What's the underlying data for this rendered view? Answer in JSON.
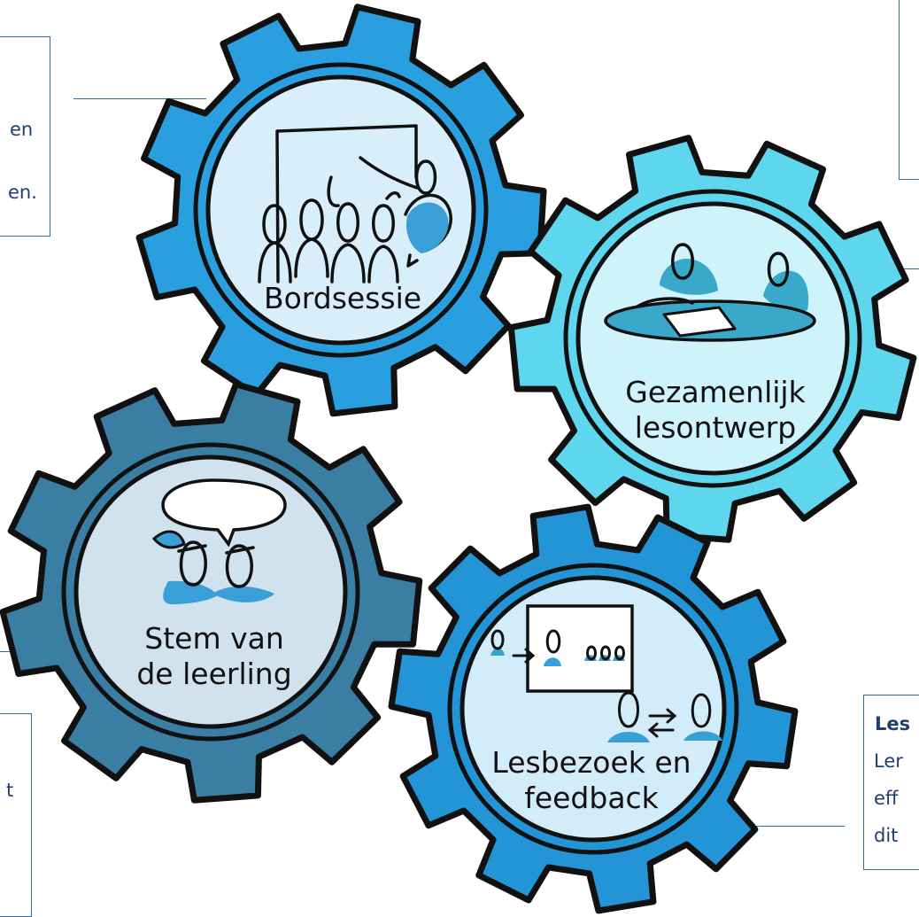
{
  "boxes": {
    "top_left": {
      "line1": "en",
      "line2": "en."
    },
    "right_bottom": {
      "title": "Les",
      "line1": "Ler",
      "line2": "eff",
      "line3": "dit"
    },
    "left_bottom": {
      "line1": "t"
    }
  },
  "gears": [
    {
      "id": "bordsessie",
      "label_lines": [
        "Bordsessie"
      ],
      "color": "#2a9fe0",
      "icon": "whiteboard-class-icon"
    },
    {
      "id": "gezamenlijk",
      "label_lines": [
        "Gezamenlijk",
        "lesontwerp"
      ],
      "color": "#5ed7ee",
      "icon": "shared-table-icon"
    },
    {
      "id": "stem",
      "label_lines": [
        "Stem van",
        "de leerling"
      ],
      "color": "#3a7fa3",
      "icon": "speech-bubble-students-icon"
    },
    {
      "id": "lesbezoek",
      "label_lines": [
        "Lesbezoek en",
        "feedback"
      ],
      "color": "#2394d6",
      "icon": "feedback-exchange-icon"
    }
  ],
  "colors": {
    "frame": "#2b6aa6",
    "text": "#1f3f6e",
    "ink": "#111111",
    "figure_fill": "#3a9fd6"
  }
}
